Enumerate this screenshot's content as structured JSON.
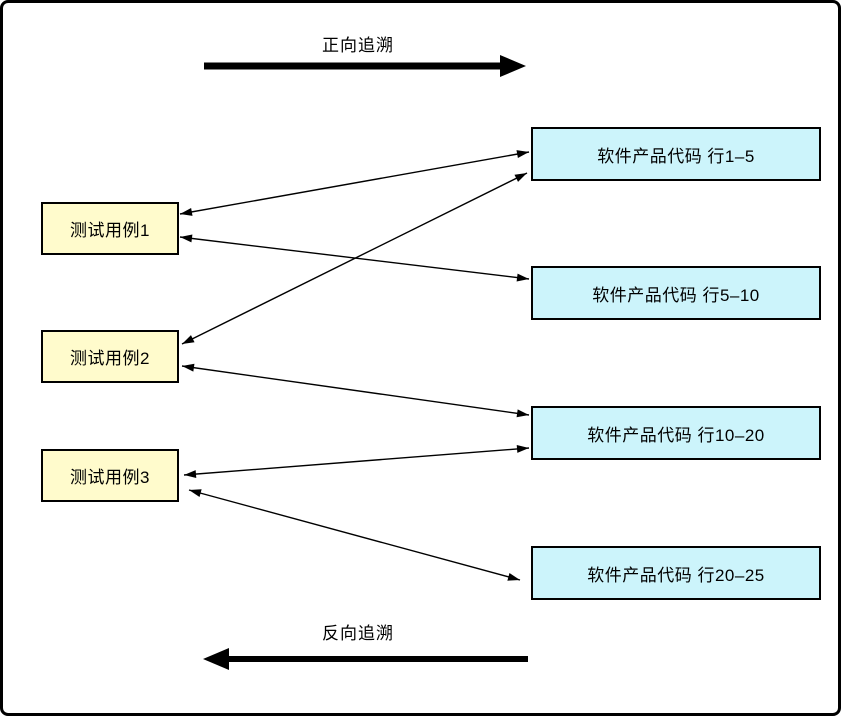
{
  "diagram": {
    "forward_arrow_label": "正向追溯",
    "backward_arrow_label": "反向追溯",
    "test_cases": [
      {
        "id": "tc1",
        "label": "测试用例1"
      },
      {
        "id": "tc2",
        "label": "测试用例2"
      },
      {
        "id": "tc3",
        "label": "测试用例3"
      }
    ],
    "code_blocks": [
      {
        "id": "c1",
        "label": "软件产品代码 行1–5"
      },
      {
        "id": "c2",
        "label": "软件产品代码 行5–10"
      },
      {
        "id": "c3",
        "label": "软件产品代码 行10–20"
      },
      {
        "id": "c4",
        "label": "软件产品代码 行20–25"
      }
    ],
    "traces": [
      {
        "from": "测试用例1",
        "to": "软件产品代码 行1–5",
        "bidirectional": true
      },
      {
        "from": "测试用例1",
        "to": "软件产品代码 行5–10",
        "bidirectional": true
      },
      {
        "from": "测试用例2",
        "to": "软件产品代码 行1–5",
        "bidirectional": true
      },
      {
        "from": "测试用例2",
        "to": "软件产品代码 行10–20",
        "bidirectional": true
      },
      {
        "from": "测试用例3",
        "to": "软件产品代码 行10–20",
        "bidirectional": true
      },
      {
        "from": "测试用例3",
        "to": "软件产品代码 行20–25",
        "bidirectional": true
      }
    ],
    "colors": {
      "test_case_fill": "#FFFBCC",
      "code_block_fill": "#CCF4FB",
      "stroke": "#000000",
      "background": "#FFFFFF"
    }
  }
}
